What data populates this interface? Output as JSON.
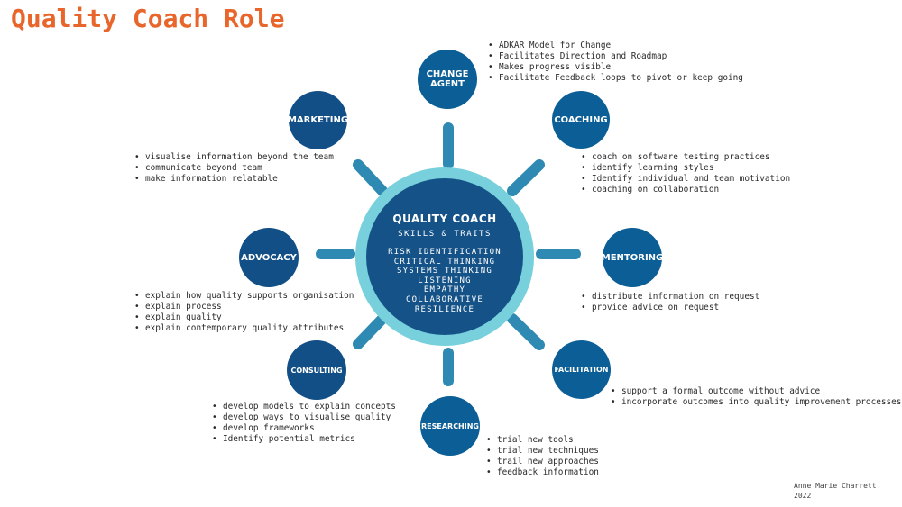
{
  "title": "Quality Coach Role",
  "colors": {
    "title": "#e8662b",
    "node": "#0b5e96",
    "node_dark": "#124f86",
    "center": "#145287",
    "ring": "#77d0dc",
    "spoke": "#2f8ab3"
  },
  "center": {
    "title": "QUALITY COACH",
    "subtitle": "SKILLS & TRAITS",
    "traits": [
      "RISK IDENTIFICATION",
      "CRITICAL THINKING",
      "SYSTEMS THINKING",
      "LISTENING",
      "EMPATHY",
      "COLLABORATIVE",
      "RESILIENCE"
    ]
  },
  "nodes": {
    "change_agent": {
      "label_line1": "CHANGE",
      "label_line2": "AGENT",
      "bullets": [
        "ADKAR Model for Change",
        "Facilitates Direction and Roadmap",
        "Makes progress visible",
        "Facilitate Feedback loops to pivot  or keep going"
      ]
    },
    "coaching": {
      "label": "COACHING",
      "bullets": [
        "coach on software testing practices",
        "identify learning styles",
        "Identify individual and team motivation",
        "coaching on collaboration"
      ]
    },
    "mentoring": {
      "label": "MENTORING",
      "bullets": [
        "distribute information on request",
        "provide advice on request"
      ]
    },
    "facilitation": {
      "label": "FACILITATION",
      "bullets": [
        "support a formal outcome without advice",
        "incorporate outcomes into quality improvement processes"
      ]
    },
    "researching": {
      "label": "RESEARCHING",
      "bullets": [
        "trial new tools",
        "trial new techniques",
        "trail new approaches",
        "feedback information"
      ]
    },
    "consulting": {
      "label": "CONSULTING",
      "bullets": [
        "develop models to explain concepts",
        "develop ways to visualise quality",
        "develop frameworks",
        "Identify potential metrics"
      ]
    },
    "advocacy": {
      "label": "ADVOCACY",
      "bullets": [
        "explain how quality supports organisation",
        "explain process",
        "explain quality",
        "explain contemporary quality attributes"
      ]
    },
    "marketing": {
      "label": "MARKETING",
      "bullets": [
        "visualise information beyond the team",
        "communicate beyond team",
        "make information relatable"
      ]
    }
  },
  "credit": {
    "name": "Anne Marie Charrett",
    "year": "2022"
  }
}
